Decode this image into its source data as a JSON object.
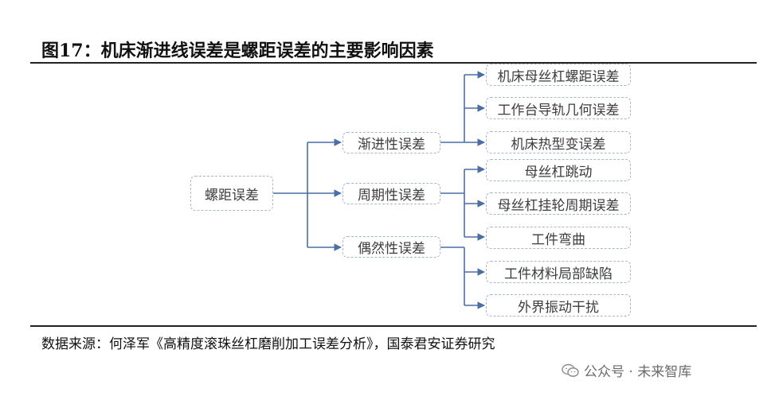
{
  "title": "图17：机床渐进线误差是螺距误差的主要影响因素",
  "diagram": {
    "root": "螺距误差",
    "categories": [
      {
        "label": "渐进性误差",
        "causes": [
          "机床母丝杠螺距误差",
          "工作台导轨几何误差",
          "机床热型变误差"
        ]
      },
      {
        "label": "周期性误差",
        "causes": [
          "母丝杠跳动",
          "母丝杠挂轮周期误差",
          "工件弯曲"
        ]
      },
      {
        "label": "偶然性误差",
        "causes": [
          "工件材料局部缺陷",
          "外界振动干扰"
        ]
      }
    ]
  },
  "source": "数据来源：何泽军《高精度滚珠丝杠磨削加工误差分析》，国泰君安证券研究",
  "watermark": "公众号 · 未来智库",
  "colors": {
    "arrow": "#4a6fa5",
    "node_border": "#a9b6cc"
  }
}
